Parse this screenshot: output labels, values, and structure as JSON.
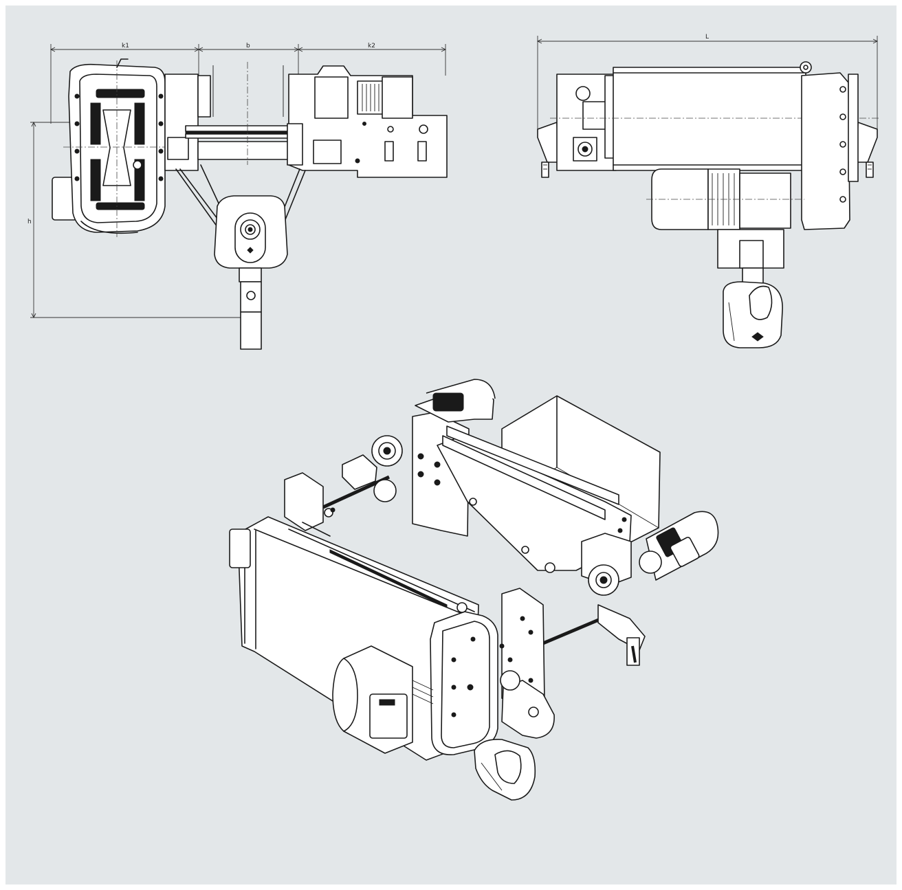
{
  "dimensions": {
    "k1": "k1",
    "b": "b",
    "k2": "k2",
    "L": "L",
    "h": "h"
  },
  "colors": {
    "background": "#e3e7e9",
    "line": "#1a1a1a",
    "fill": "#ffffff"
  }
}
